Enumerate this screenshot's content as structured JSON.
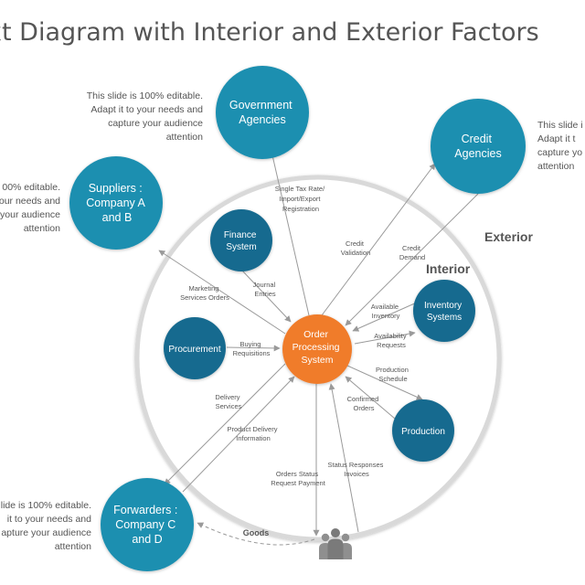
{
  "title": "xt Diagram with Interior and Exterior Factors",
  "ring_labels": {
    "exterior": "Exterior",
    "interior": "Interior"
  },
  "center": {
    "line1": "Order",
    "line2": "Processing",
    "line3": "System"
  },
  "interior_nodes": {
    "finance": {
      "line1": "Finance",
      "line2": "System"
    },
    "procurement": {
      "line1": "Procurement"
    },
    "inventory": {
      "line1": "Inventory",
      "line2": "Systems"
    },
    "production": {
      "line1": "Production"
    }
  },
  "exterior_nodes": {
    "government": {
      "line1": "Government",
      "line2": "Agencies"
    },
    "credit": {
      "line1": "Credit",
      "line2": "Agencies"
    },
    "suppliers": {
      "line1": "Suppliers :",
      "line2": "Company A",
      "line3": "and B"
    },
    "forwarders": {
      "line1": "Forwarders :",
      "line2": "Company C",
      "line3": "and D"
    }
  },
  "flow_labels": {
    "tax": [
      "Single Tax Rate/",
      "Import/Export",
      "Registration"
    ],
    "credit_validation": [
      "Credit",
      "Validation"
    ],
    "credit_demand": [
      "Credit",
      "Demand"
    ],
    "marketing": [
      "Marketing",
      "Services  Orders"
    ],
    "journal": [
      "Journal",
      "Entries"
    ],
    "available_inventory": [
      "Available",
      "Inventory"
    ],
    "availability_requests": [
      "Availability",
      "Requests"
    ],
    "buying": [
      "Buying",
      "Requisitions"
    ],
    "production_schedule": [
      "Production",
      "Schedule"
    ],
    "confirmed": [
      "Confirmed",
      "Orders"
    ],
    "delivery": [
      "Delivery",
      "Services"
    ],
    "product_delivery": [
      "Product Delivery",
      "Information"
    ],
    "orders_status": [
      "Orders Status",
      "Request Payment"
    ],
    "status_responses": [
      "Status Responses",
      "Invoices"
    ],
    "goods": [
      "Goods"
    ]
  },
  "notes": {
    "top": "This slide is 100% editable.\nAdapt it to your needs and\ncapture your audience\nattention",
    "right": "This slide i\nAdapt it t\ncapture yo\nattention",
    "left": "00% editable.\nour needs and\nyour audience\nattention",
    "bottom": "lide is 100% editable.\n it to your needs and\napture your audience\nattention"
  },
  "colors": {
    "exterior_node": "#1b8fb0",
    "interior_node": "#176b8f",
    "center": "#f07c2c",
    "ring_stroke": "#d9d9d9",
    "arrow": "#9a9a9a",
    "text": "#555555"
  },
  "icons": {
    "customers": "people-group-icon"
  }
}
